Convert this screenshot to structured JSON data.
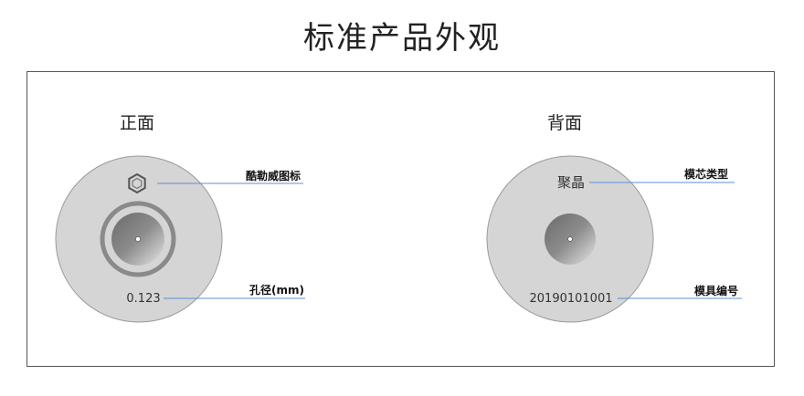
{
  "title": "标准产品外观",
  "front": {
    "label": "正面",
    "logo_icon": "hexagon-logo-icon",
    "logo_callout": "酷勒威图标",
    "aperture_value": "0.123",
    "aperture_callout": "孔径(mm)"
  },
  "back": {
    "label": "背面",
    "core_type_value": "聚晶",
    "core_type_callout": "模芯类型",
    "mold_number_value": "20190101001",
    "mold_number_callout": "模具编号"
  },
  "colors": {
    "disc_fill": "#d5d5d5",
    "disc_stroke": "#9a9a9a",
    "leader_line": "#5b8fd6",
    "ring": "#888888"
  }
}
